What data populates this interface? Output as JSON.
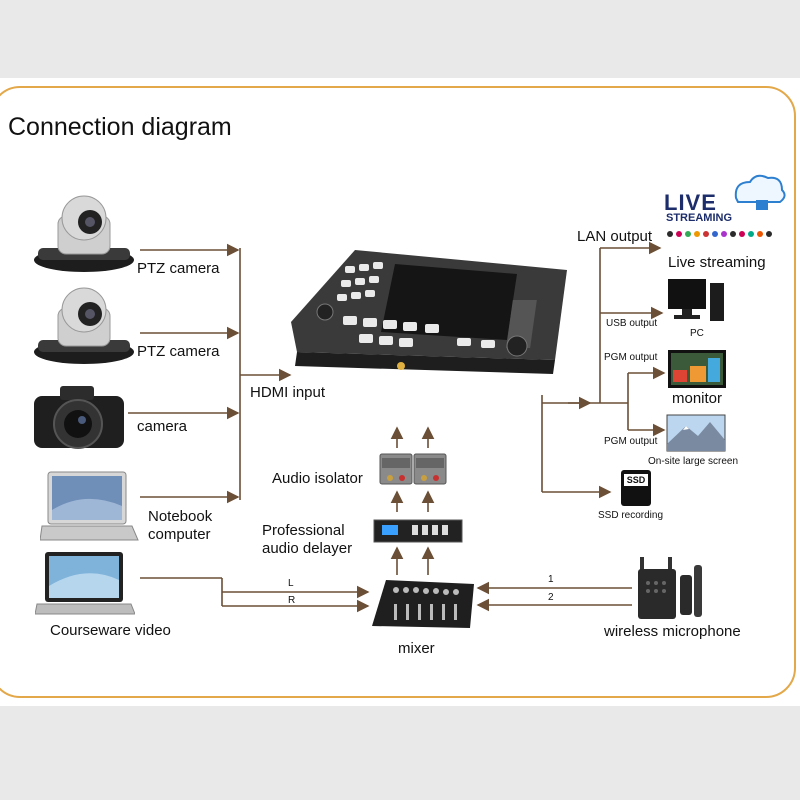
{
  "title": "Connection diagram",
  "inputs": {
    "ptz_camera_1": "PTZ camera",
    "ptz_camera_2": "PTZ camera",
    "camera": "camera",
    "notebook": "Notebook\ncomputer",
    "courseware": "Courseware video"
  },
  "hdmi_input": "HDMI input",
  "audio": {
    "isolator": "Audio isolator",
    "delayer": "Professional\naudio delayer",
    "mixer": "mixer",
    "left": "L",
    "right": "R",
    "ch1": "1",
    "ch2": "2",
    "wireless_mic": "wireless microphone"
  },
  "outputs": {
    "lan": "LAN output",
    "live_streaming": "Live streaming",
    "usb": "USB output",
    "pc": "PC",
    "pgm_1": "PGM output",
    "monitor": "monitor",
    "pgm_2": "PGM output",
    "large_screen": "On-site large screen",
    "ssd": "SSD recording",
    "ssd_badge": "SSD"
  },
  "logo": {
    "word": "LIVE",
    "sub": "STREAMING"
  },
  "colors": {
    "frame": "#e3a849",
    "wire": "#6b4f36",
    "device": "#2b2b2b"
  }
}
